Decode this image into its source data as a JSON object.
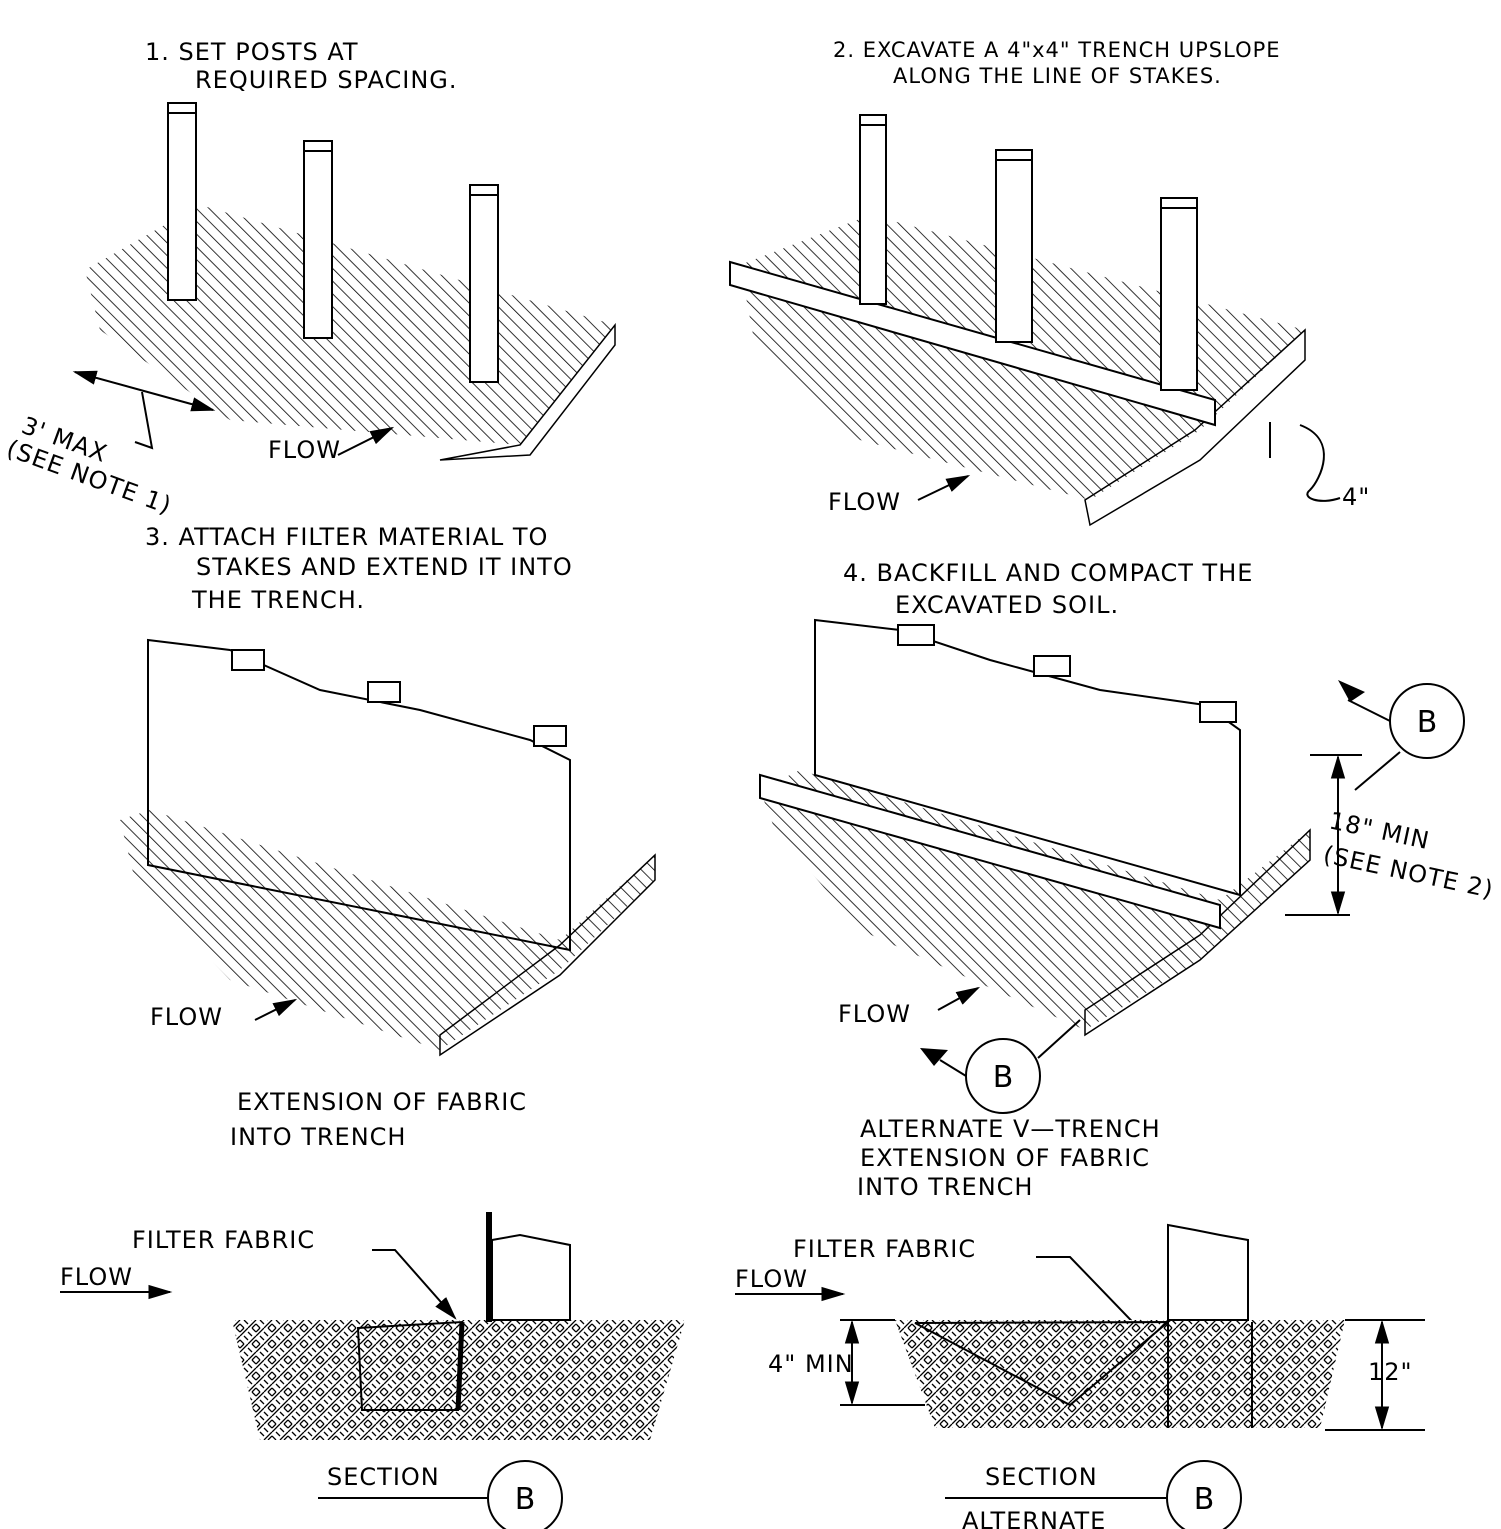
{
  "steps": {
    "step1": {
      "line1": "1. SET POSTS AT",
      "line2": "REQUIRED SPACING."
    },
    "step2": {
      "line1": "2.  EXCAVATE A 4\"x4\" TRENCH UPSLOPE",
      "line2": "ALONG THE LINE OF STAKES."
    },
    "step3": {
      "line1": "3. ATTACH FILTER MATERIAL TO",
      "line2": "STAKES AND EXTEND IT INTO",
      "line3": "THE TRENCH."
    },
    "step4": {
      "line1": "4. BACKFILL AND COMPACT THE",
      "line2": "EXCAVATED SOIL."
    }
  },
  "annotations": {
    "max_spacing": "3' MAX",
    "see_note_1": "(SEE NOTE 1)",
    "flow": "FLOW",
    "trench_dim": "4\"",
    "min_height": "18\" MIN",
    "see_note_2": "(SEE NOTE 2)",
    "section_marker": "B"
  },
  "section_left": {
    "caption1": "EXTENSION OF FABRIC",
    "caption2": "INTO TRENCH",
    "filter_label": "FILTER FABRIC",
    "flow": "FLOW",
    "title": "SECTION",
    "marker": "B"
  },
  "section_right": {
    "caption1": "ALTERNATE V—TRENCH",
    "caption2": "EXTENSION OF FABRIC",
    "caption3": "INTO TRENCH",
    "filter_label": "FILTER FABRIC",
    "flow": "FLOW",
    "depth_label": "4\"  MIN",
    "height_label": "12\"",
    "title": "SECTION",
    "subtitle": "ALTERNATE",
    "marker": "B"
  }
}
